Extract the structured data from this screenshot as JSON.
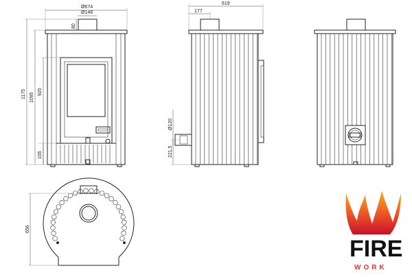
{
  "dimensions": {
    "width": "Ø674",
    "flue_diameter": "Ø148",
    "flue_offset": "80",
    "total_height": "1175",
    "height_2": "1095",
    "height_3": "920",
    "base_height": "155",
    "depth": "619",
    "top_flue_offset": "177",
    "rear_flue_diameter": "Ø120",
    "rear_flue_height": "221,5",
    "plan_depth": "656"
  },
  "logo": {
    "line1": "FIRE",
    "line2": "WORK",
    "colors": {
      "flame_top": "#f7b21b",
      "flame_mid": "#ef5a23",
      "flame_base": "#c8102e",
      "text": "#111111",
      "accent": "#e8352a"
    }
  }
}
